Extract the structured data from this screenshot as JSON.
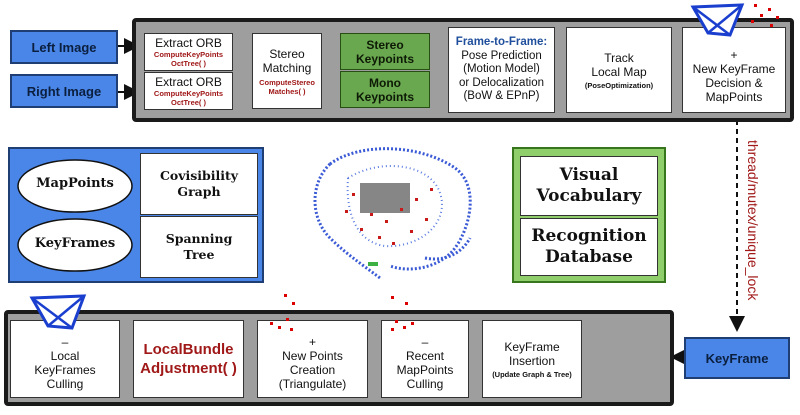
{
  "inputs": {
    "left": "Left Image",
    "right": "Right Image"
  },
  "tracking": {
    "orb_top": {
      "title": "Extract ORB",
      "sub1": "ComputeKeyPoints",
      "sub2": "OctTree( )"
    },
    "orb_bottom": {
      "title": "Extract ORB",
      "sub1": "ComputeKeyPoints",
      "sub2": "OctTree( )"
    },
    "stereo_matching": {
      "title1": "Stereo",
      "title2": "Matching",
      "sub1": "ComputeStereo",
      "sub2": "Matches( )"
    },
    "stereo_kp": {
      "l1": "Stereo",
      "l2": "Keypoints"
    },
    "mono_kp": {
      "l1": "Mono",
      "l2": "Keypoints"
    },
    "pose": {
      "header": "Frame-to-Frame:",
      "l1": "Pose Prediction",
      "l2": "(Motion Model)",
      "l3": "or Delocalization",
      "l4": "(BoW & EPnP)"
    },
    "track": {
      "l1": "Track",
      "l2": "Local Map",
      "l3": "(PoseOptimization)"
    },
    "keyframe_decision": {
      "plus": "+",
      "l1": "New KeyFrame",
      "l2": "Decision &",
      "l3": "MapPoints"
    }
  },
  "thread_label": "thread/mutex/unique_lock",
  "map_panel": {
    "mappoints": "MapPoints",
    "keyframes": "KeyFrames",
    "covis1": "Covisibility",
    "covis2": "Graph",
    "span1": "Spanning",
    "span2": "Tree"
  },
  "vocab_panel": {
    "v1": "Visual",
    "v2": "Vocabulary",
    "r1": "Recognition",
    "r2": "Database"
  },
  "keyframe_box": "KeyFrame",
  "mapping": {
    "insertion": {
      "l1": "KeyFrame",
      "l2": "Insertion",
      "l3": "(Update Graph & Tree)"
    },
    "culling_recent": {
      "sign": "–",
      "l1": "Recent",
      "l2": "MapPoints",
      "l3": "Culling"
    },
    "new_points": {
      "sign": "+",
      "l1": "New Points",
      "l2": "Creation",
      "l3": "(Triangulate)"
    },
    "ba": {
      "l1": "LocalBundle",
      "l2": "Adjustment( )"
    },
    "kf_culling": {
      "sign": "–",
      "l1": "Local",
      "l2": "KeyFrames",
      "l3": "Culling"
    }
  },
  "colors": {
    "blue": "#4a86e8",
    "green": "#6aa84f",
    "gray": "#9e9e9e",
    "red": "#a01818",
    "navy": "#1f4e9c"
  }
}
